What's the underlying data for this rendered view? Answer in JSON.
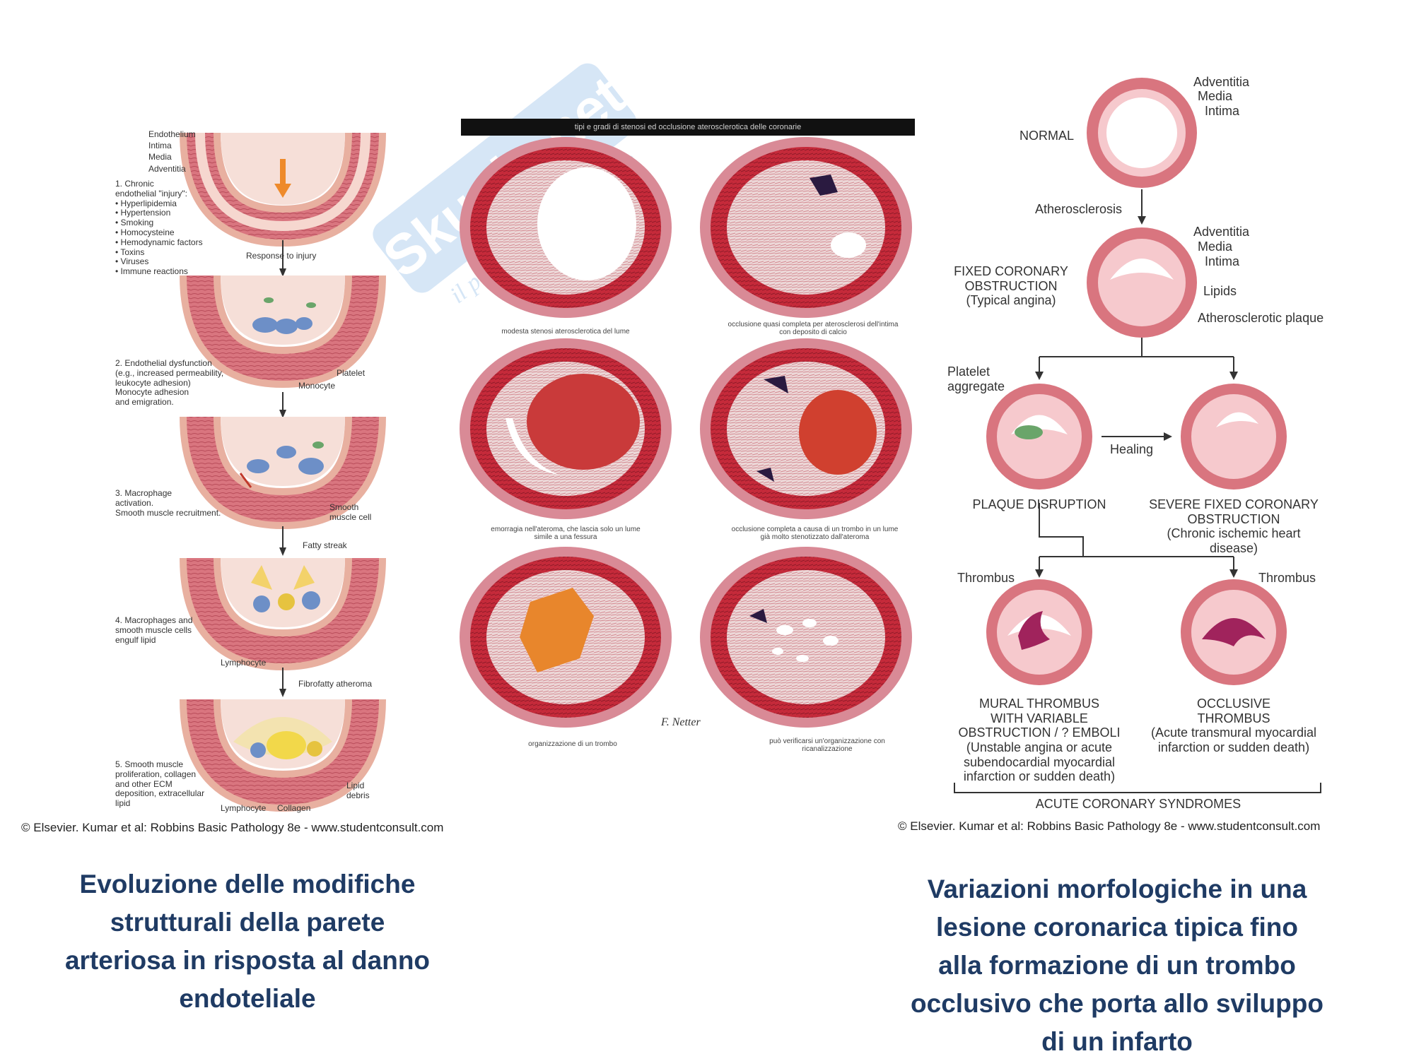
{
  "left_panel": {
    "labels": {
      "endothelium": "Endothelium",
      "intima": "Intima",
      "media": "Media",
      "adventitia": "Adventitia",
      "step1": "1. Chronic\n   endothelial \"injury\":\n   • Hyperlipidemia\n   • Hypertension\n   • Smoking\n   • Homocysteine\n   • Hemodynamic factors\n   • Toxins\n   • Viruses\n   • Immune reactions",
      "response": "Response to injury",
      "platelet": "Platelet",
      "monocyte": "Monocyte",
      "step2": "2. Endothelial dysfunction\n   (e.g., increased permeability,\n   leukocyte adhesion)\n   Monocyte adhesion\n   and emigration.",
      "step3": "3. Macrophage\n   activation.\n   Smooth muscle recruitment.",
      "smooth_muscle": "Smooth\nmuscle cell",
      "fatty_streak": "Fatty streak",
      "step4": "4. Macrophages and\n   smooth muscle cells\n   engulf lipid",
      "lymphocyte1": "Lymphocyte",
      "fibrofatty": "Fibrofatty atheroma",
      "step5": "5. Smooth muscle\n   proliferation, collagen\n   and other ECM\n   deposition, extracellular\n   lipid",
      "lymphocyte2": "Lymphocyte",
      "collagen": "Collagen",
      "lipid_debris": "Lipid\ndebris"
    },
    "credit": "© Elsevier. Kumar et al: Robbins Basic Pathology 8e - www.studentconsult.com"
  },
  "middle_panel": {
    "title": "tipi e gradi di stenosi ed occlusione aterosclerotica delle coronarie",
    "captions": [
      "modesta stenosi aterosclerotica del lume",
      "occlusione quasi completa per aterosclerosi dell'intima con deposito di calcio",
      "emorragia nell'ateroma, che lascia solo un lume simile a una fessura",
      "occlusione completa a causa di un trombo in un lume già molto stenotizzato dall'ateroma",
      "organizzazione di un trombo",
      "può verificarsi un'organizzazione con ricanalizzazione"
    ],
    "signature": "F. Netter"
  },
  "right_panel": {
    "labels": {
      "adventitia_top": "Adventitia",
      "media_top": "Media",
      "intima_top": "Intima",
      "normal": "NORMAL",
      "atherosclerosis": "Atherosclerosis",
      "adventitia_mid": "Adventitia",
      "media_mid": "Media",
      "intima_mid": "Intima",
      "fixed": "FIXED CORONARY\nOBSTRUCTION\n(Typical angina)",
      "lipids": "Lipids",
      "plaque": "Atherosclerotic plaque",
      "platelet_aggregate": "Platelet\naggregate",
      "healing": "Healing",
      "plaque_disruption": "PLAQUE DISRUPTION",
      "severe": "SEVERE FIXED CORONARY\nOBSTRUCTION\n(Chronic ischemic heart disease)",
      "thrombus_left": "Thrombus",
      "thrombus_right": "Thrombus",
      "mural": "MURAL THROMBUS\nWITH VARIABLE\nOBSTRUCTION / ? EMBOLI\n(Unstable angina or acute\nsubendocardial myocardial\ninfarction or sudden death)",
      "occlusive": "OCCLUSIVE\nTHROMBUS\n(Acute transmural myocardial\ninfarction or sudden death)",
      "acs": "ACUTE CORONARY SYNDROMES"
    },
    "credit": "© Elsevier. Kumar et al: Robbins Basic Pathology 8e - www.studentconsult.com"
  },
  "captions": {
    "left": "Evoluzione delle modifiche\nstrutturali della parete\narteriosa in risposta al danno\nendoteliale",
    "right": "Variazioni morfologiche in una\nlesione coronarica tipica fino\nalla formazione di un trombo\nocclusivo che porta allo sviluppo\ndi un infarto"
  },
  "watermark": {
    "brand": "Skuola.net",
    "tagline": "il portale dello studente"
  },
  "colors": {
    "caption": "#1f3b64",
    "vessel_outer": "#d9757f",
    "vessel_inner": "#f6c9cd",
    "thrombus": "#a0235c",
    "histology": "#c52a3a"
  }
}
